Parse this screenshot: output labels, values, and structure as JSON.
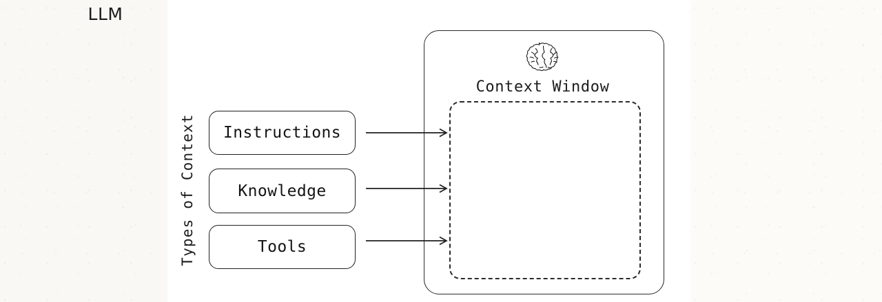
{
  "diagram": {
    "title": "LLM",
    "background_color": "#ffffff",
    "paper_tint_color": "#faf8f4",
    "stroke_color": "#2a2a2a"
  },
  "llm_panel": {
    "title": "LLM",
    "brain_icon_name": "brain-icon",
    "context_window_label": "Context Window",
    "context_window_border_style": "dashed"
  },
  "context_types": {
    "axis_label": "Types of Context",
    "items": [
      {
        "label": "Instructions",
        "arrow_icon": "arrow-right-icon"
      },
      {
        "label": "Knowledge",
        "arrow_icon": "arrow-right-icon"
      },
      {
        "label": "Tools",
        "arrow_icon": "arrow-right-icon"
      }
    ]
  }
}
